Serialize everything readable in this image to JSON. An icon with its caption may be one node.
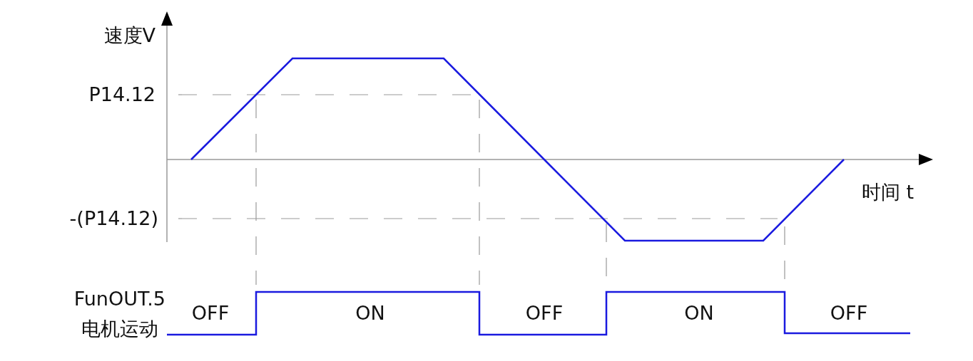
{
  "diagram": {
    "labels": [
      "速度V",
      "P14.12",
      "时间 t",
      "-(P14.12)",
      "FunOUT.5",
      "OFF",
      "ON",
      "OFF",
      "ON",
      "OFF",
      "电机运动"
    ]
  }
}
